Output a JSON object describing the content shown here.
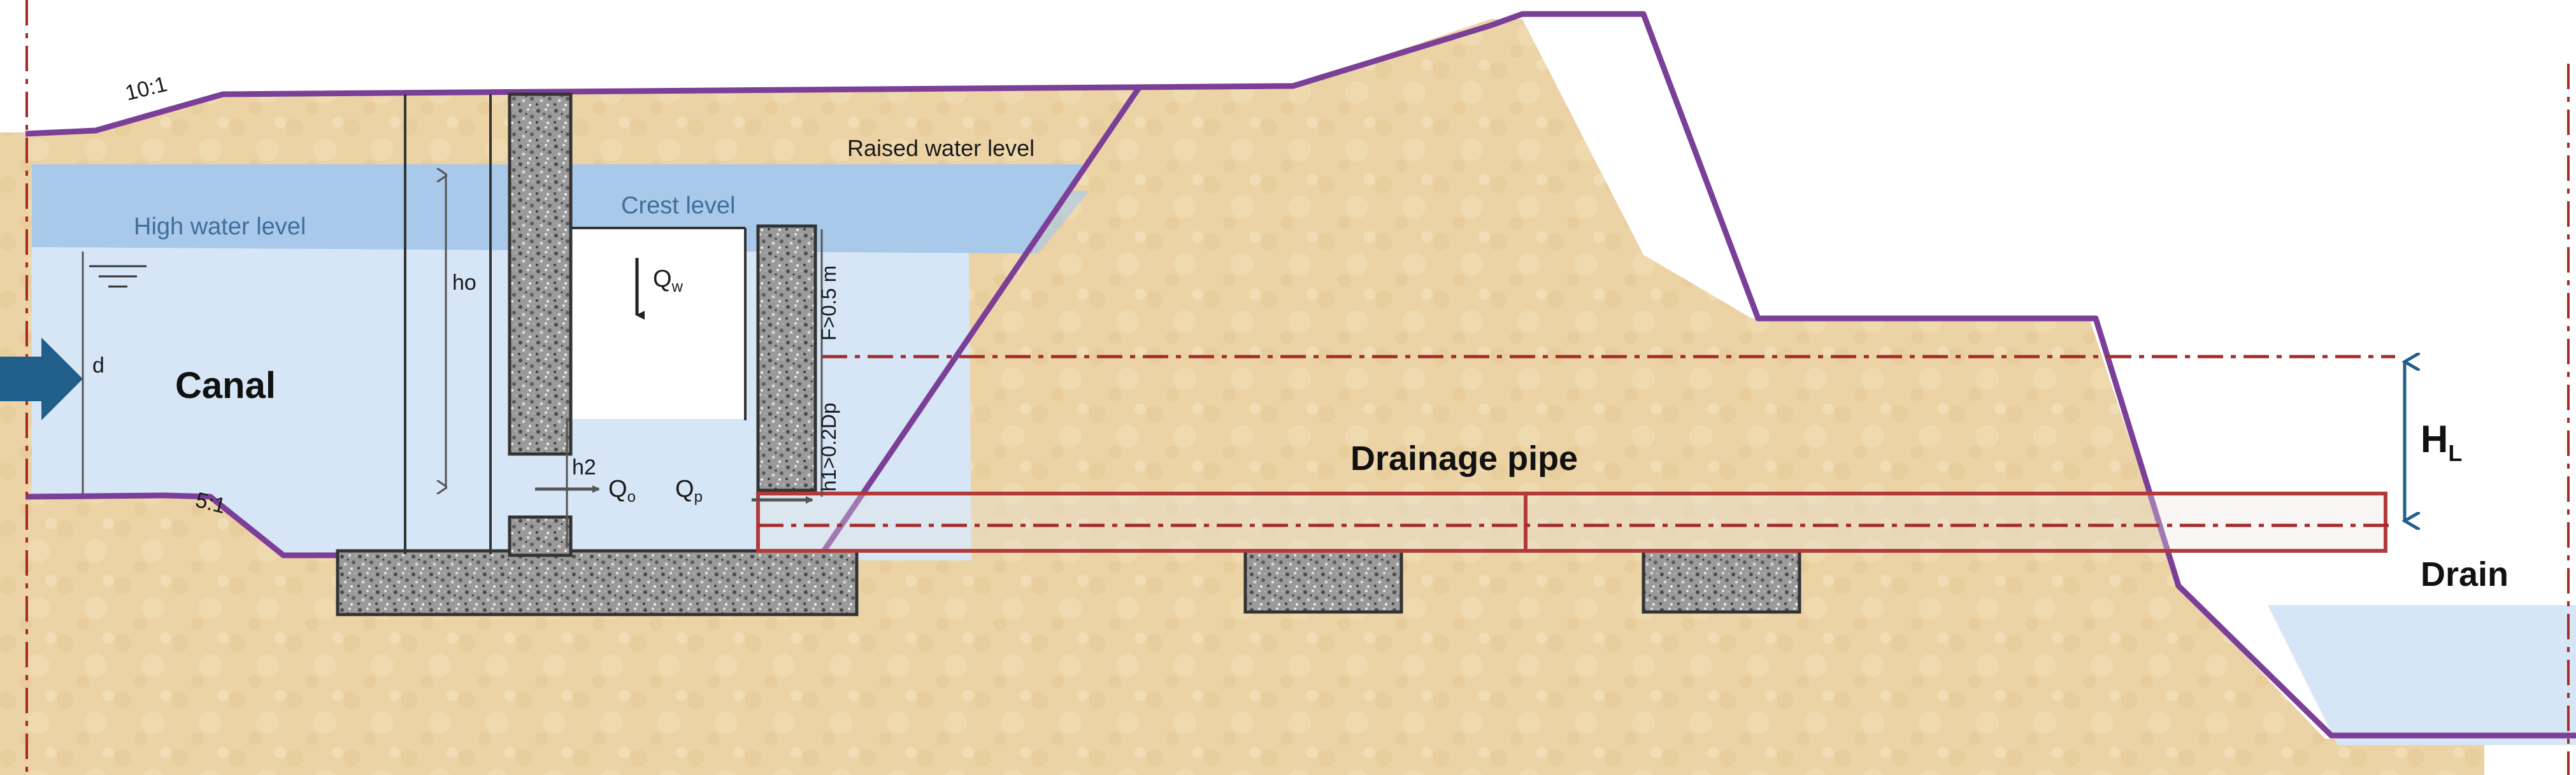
{
  "labels": {
    "slope_top": "10:1",
    "slope_bottom": "5:1",
    "raised_water_level": "Raised water level",
    "high_water_level": "High water level",
    "crest_level": "Crest level",
    "canal": "Canal",
    "d": "d",
    "ho": "ho",
    "h2": "h2",
    "qw_main": "Q",
    "qw_sub": "w",
    "qo_main": "Q",
    "qo_sub": "o",
    "qp_main": "Q",
    "qp_sub": "p",
    "freeboard": "F>0.5 m",
    "h1": "h1>0.2Dp",
    "drainage_pipe": "Drainage pipe",
    "hl_main": "H",
    "hl_sub": "L",
    "drain": "Drain"
  },
  "colors": {
    "soil": "#ecd3a5",
    "water_deep": "#a9c9ea",
    "water_light": "#d6e6f6",
    "embankment_line": "#7b3f98",
    "pipe_outline": "#b23a3a",
    "centerline": "#a52a2a",
    "concrete": "#8f8f8f",
    "arrow_blue": "#1f5f8a"
  }
}
